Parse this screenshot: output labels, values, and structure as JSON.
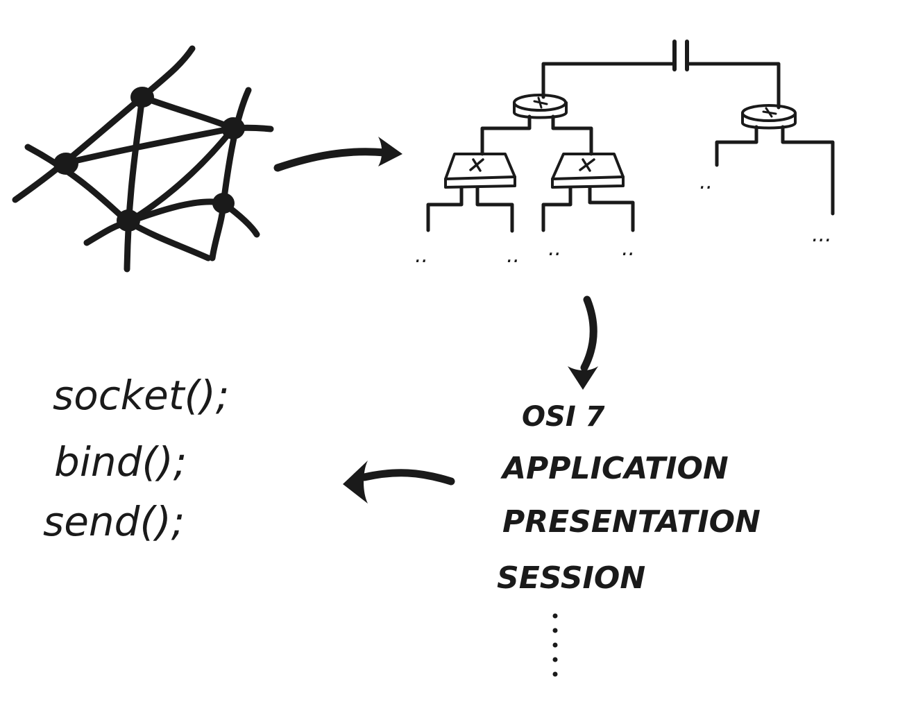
{
  "osi": {
    "title": "OSI 7",
    "layers": [
      "APPLICATION",
      "PRESENTATION",
      "SESSION"
    ]
  },
  "code": {
    "lines": [
      "socket();",
      "bind();",
      "send();"
    ]
  },
  "topology": {
    "ellipses": [
      "..",
      "..",
      "..",
      "..",
      "..",
      "..."
    ]
  },
  "colors": {
    "ink": "#1a1a1a",
    "paper": "#ffffff"
  }
}
